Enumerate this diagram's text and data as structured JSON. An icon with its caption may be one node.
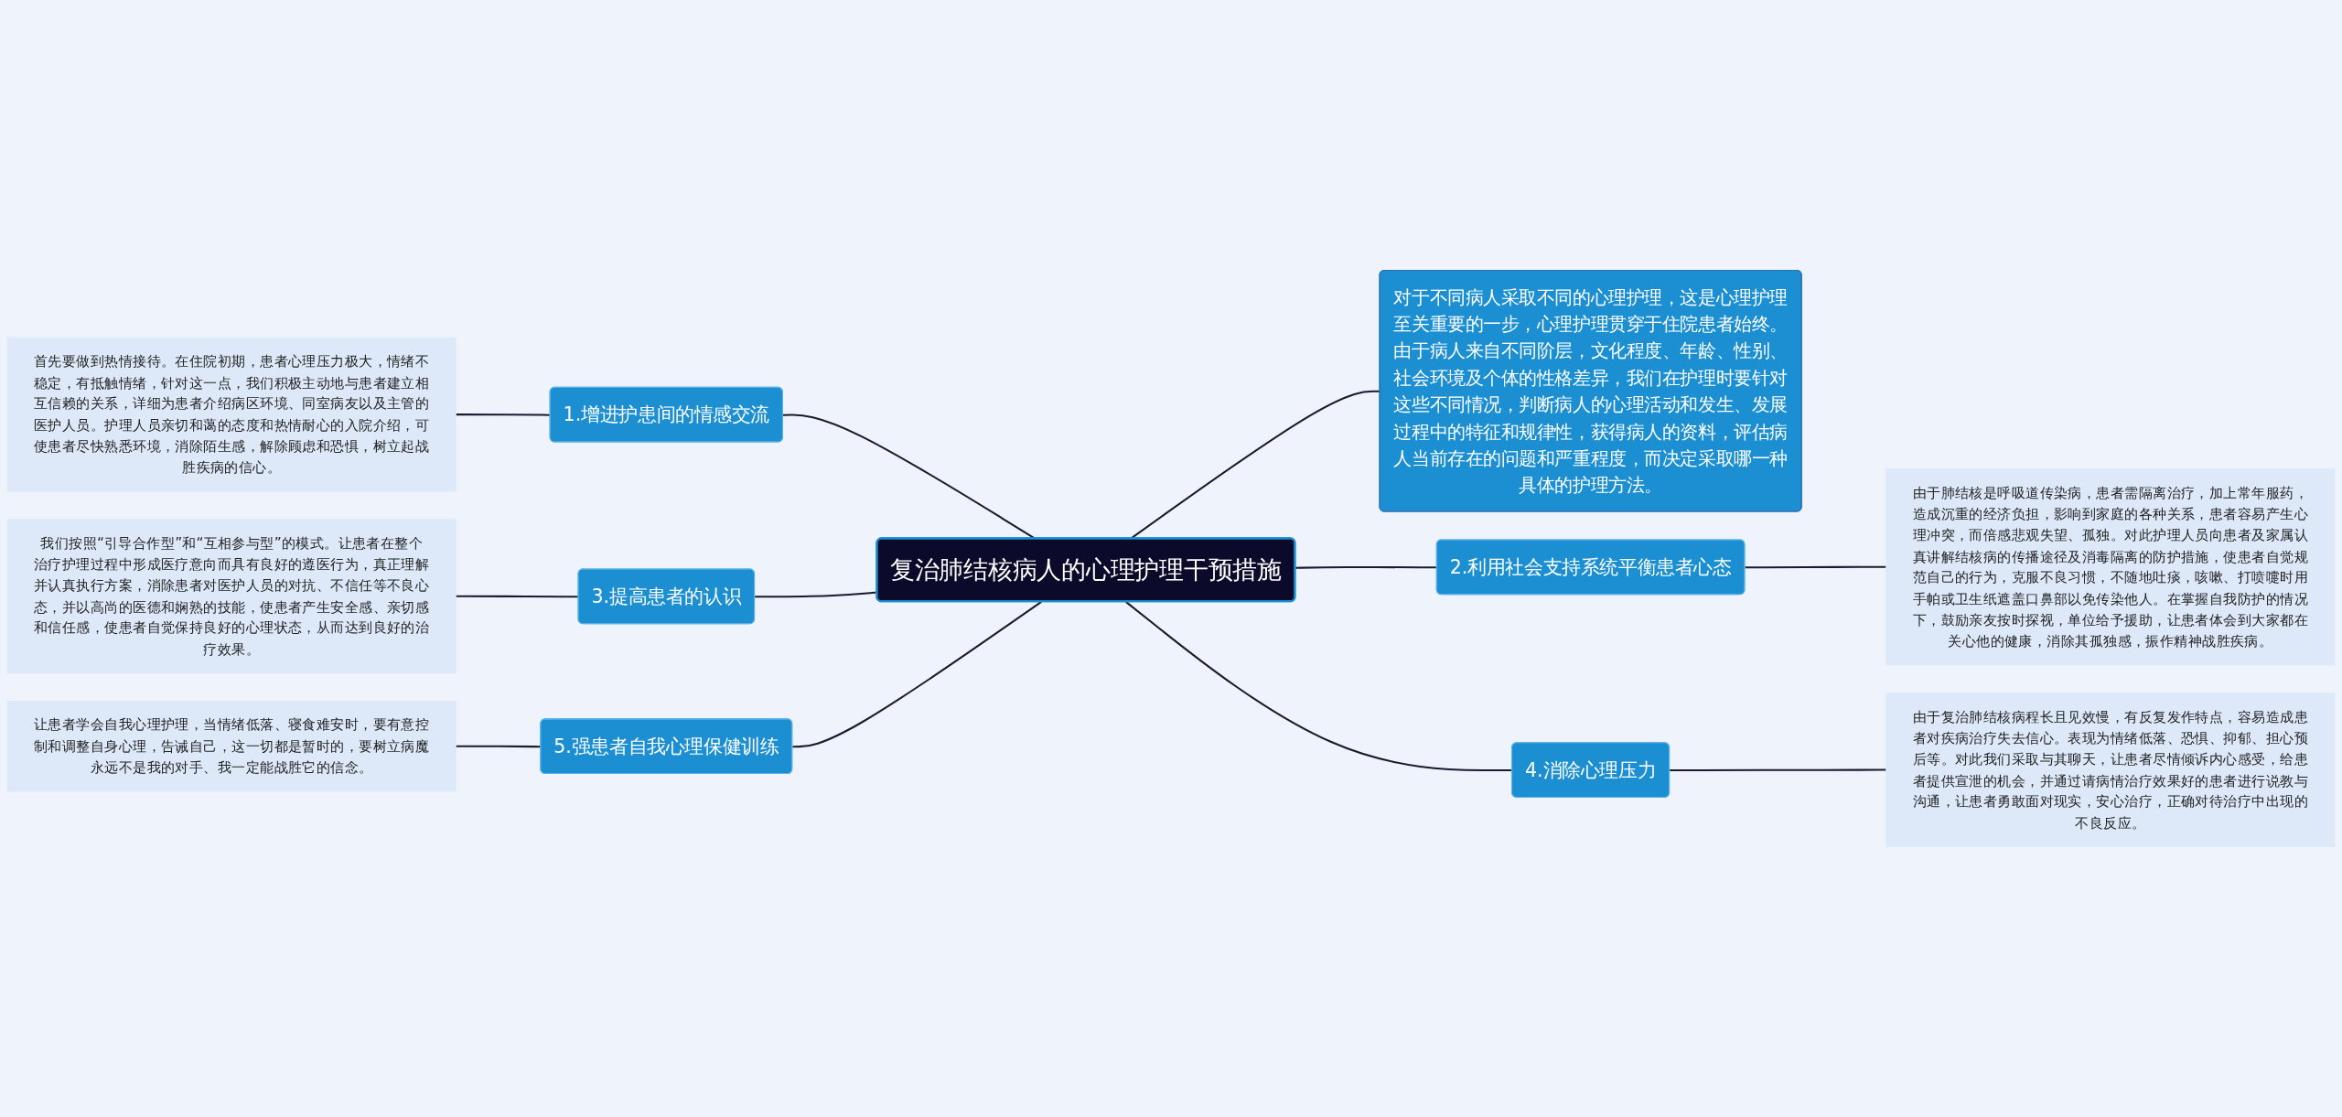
{
  "diagram": {
    "nodes": [
      {
        "text": [
          "复治肺结核病人的心理护理干预措施"
        ]
      },
      {
        "text": [
          "1.增进护患间的情感交流"
        ]
      },
      {
        "text": [
          "首先要做到热情接待。在住院初期，患者心理压力极大，情绪不稳定，有抵触情绪，针对这一点，我们积极主动地与患者建立相互信赖的关系，详细为患者介绍病区环境、同室病友以及主管的医护人员。护理人员亲切和蔼的态度和热情耐心的入院介绍，可使患者尽快熟悉环境，消除陌生感，解除顾虑和恐惧，树立起战胜疾病的信心。"
        ]
      },
      {
        "text": [
          "3.提高患者的认识"
        ]
      },
      {
        "text": [
          "我们按照“引导合作型”和“互相参与型”的模式。让患者在整个治疗护理过程中形成医疗意向而具有良好的遵医行为，真正理解并认真执行方案，消除患者对医护人员的对抗、不信任等不良心态，并以高尚的医德和娴熟的技能，使患者产生安全感、亲切感和信任感，使患者自觉保持良好的心理状态，从而达到良好的治疗效果。"
        ]
      },
      {
        "text": [
          "5.强患者自我心理保健训练"
        ]
      },
      {
        "text": [
          "让患者学会自我心理护理，当情绪低落、寝食难安时，要有意控制和调整自身心理，告诫自己，这一切都是暂时的，要树立病魔永远不是我的对手、我一定能战胜它的信念。"
        ]
      },
      {
        "text": [
          "对于不同病人采取不同的心理护理，这是心理护理至关重要的一步，心理护理贯穿于住院患者始终。由于病人来自不同阶层，文化程度、年龄、性别、社会环境及个体的性格差异，我们在护理时要针对这些不同情况，判断病人的心理活动和发生、发展过程中的特征和规律性，获得病人的资料，评估病人当前存在的问题和严重程度，而决定采取哪一种具体的护理方法。"
        ]
      },
      {
        "text": [
          "2.利用社会支持系统平衡患者心态"
        ]
      },
      {
        "text": [
          "由于肺结核是呼吸道传染病，患者需隔离治疗，加上常年服药，造成沉重的经济负担，影响到家庭的各种关系，患者容易产生心理冲突，而倍感悲观失望、孤独。对此护理人员向患者及家属认真讲解结核病的传播途径及消毒隔离的防护措施，使患者自觉规范自己的行为，克服不良习惯，不随地吐痰，咳嗽、打喷嚏时用手帕或卫生纸遮盖口鼻部以免传染他人。在掌握自我防护的情况下，鼓励亲友按时探视，单位给予援助，让患者体会到大家都在关心他的健康，消除其孤独感，振作精神战胜疾病。"
        ]
      },
      {
        "text": [
          "4.消除心理压力"
        ]
      },
      {
        "text": [
          "由于复治肺结核病程长且见效慢，有反复发作特点，容易造成患者对疾病治疗失去信心。表现为情绪低落、恐惧、抑郁、担心预后等。对此我们采取与其聊天，让患者尽情倾诉内心感受，给患者提供宣泄的机会，并通过请病情治疗效果好的患者进行说教与沟通，让患者勇敢面对现实，安心治疗，正确对待治疗中出现的不良反应。"
        ]
      }
    ],
    "edges": [
      {
        "from": 2,
        "to": 1,
        "arrow": "none"
      },
      {
        "from": 1,
        "to": 0,
        "arrow": "none"
      },
      {
        "from": 4,
        "to": 3,
        "arrow": "none"
      },
      {
        "from": 3,
        "to": 0,
        "arrow": "none"
      },
      {
        "from": 6,
        "to": 5,
        "arrow": "none"
      },
      {
        "from": 5,
        "to": 0,
        "arrow": "none"
      },
      {
        "from": 0,
        "to": 7,
        "arrow": "none"
      },
      {
        "from": 0,
        "to": 8,
        "arrow": "none"
      },
      {
        "from": 8,
        "to": 9,
        "arrow": "none"
      },
      {
        "from": 0,
        "to": 10,
        "arrow": "none"
      },
      {
        "from": 10,
        "to": 11,
        "arrow": "none"
      }
    ]
  }
}
